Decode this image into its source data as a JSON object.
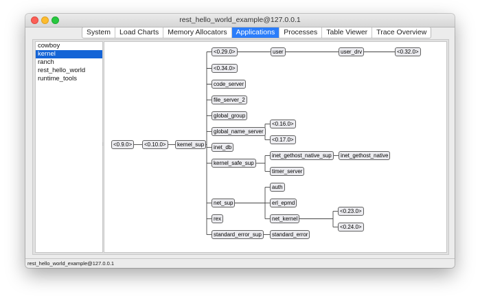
{
  "window": {
    "title": "rest_hello_world_example@127.0.0.1"
  },
  "tabs": [
    {
      "label": "System"
    },
    {
      "label": "Load Charts"
    },
    {
      "label": "Memory Allocators"
    },
    {
      "label": "Applications",
      "active": true
    },
    {
      "label": "Processes"
    },
    {
      "label": "Table Viewer"
    },
    {
      "label": "Trace Overview"
    }
  ],
  "applications": [
    {
      "label": "cowboy"
    },
    {
      "label": "kernel",
      "selected": true
    },
    {
      "label": "ranch"
    },
    {
      "label": "rest_hello_world"
    },
    {
      "label": "runtime_tools"
    }
  ],
  "tree": {
    "nodes": [
      {
        "id": "n1",
        "label": "<0.9.0>"
      },
      {
        "id": "n2",
        "label": "<0.10.0>"
      },
      {
        "id": "n3",
        "label": "kernel_sup"
      },
      {
        "id": "n4",
        "label": "<0.29.0>"
      },
      {
        "id": "n5",
        "label": "user"
      },
      {
        "id": "n6",
        "label": "user_drv"
      },
      {
        "id": "n7",
        "label": "<0.32.0>"
      },
      {
        "id": "n8",
        "label": "<0.34.0>"
      },
      {
        "id": "n9",
        "label": "code_server"
      },
      {
        "id": "n10",
        "label": "file_server_2"
      },
      {
        "id": "n11",
        "label": "global_group"
      },
      {
        "id": "n12",
        "label": "global_name_server"
      },
      {
        "id": "n13",
        "label": "<0.16.0>"
      },
      {
        "id": "n14",
        "label": "<0.17.0>"
      },
      {
        "id": "n15",
        "label": "inet_db"
      },
      {
        "id": "n16",
        "label": "kernel_safe_sup"
      },
      {
        "id": "n17",
        "label": "inet_gethost_native_sup"
      },
      {
        "id": "n18",
        "label": "inet_gethost_native"
      },
      {
        "id": "n19",
        "label": "timer_server"
      },
      {
        "id": "n20",
        "label": "auth"
      },
      {
        "id": "n21",
        "label": "net_sup"
      },
      {
        "id": "n22",
        "label": "erl_epmd"
      },
      {
        "id": "n23",
        "label": "net_kernel"
      },
      {
        "id": "n24",
        "label": "<0.23.0>"
      },
      {
        "id": "n25",
        "label": "<0.24.0>"
      },
      {
        "id": "n26",
        "label": "rex"
      },
      {
        "id": "n27",
        "label": "standard_error_sup"
      },
      {
        "id": "n28",
        "label": "standard_error"
      }
    ],
    "edges": [
      [
        "n1",
        "n2"
      ],
      [
        "n2",
        "n3"
      ],
      [
        "n3",
        "n4"
      ],
      [
        "n3",
        "n8"
      ],
      [
        "n3",
        "n9"
      ],
      [
        "n3",
        "n10"
      ],
      [
        "n3",
        "n11"
      ],
      [
        "n3",
        "n12"
      ],
      [
        "n3",
        "n15"
      ],
      [
        "n3",
        "n16"
      ],
      [
        "n3",
        "n21"
      ],
      [
        "n3",
        "n26"
      ],
      [
        "n3",
        "n27"
      ],
      [
        "n4",
        "n5"
      ],
      [
        "n5",
        "n6"
      ],
      [
        "n6",
        "n7"
      ],
      [
        "n12",
        "n13"
      ],
      [
        "n12",
        "n14"
      ],
      [
        "n16",
        "n17"
      ],
      [
        "n16",
        "n19"
      ],
      [
        "n17",
        "n18"
      ],
      [
        "n21",
        "n20"
      ],
      [
        "n21",
        "n22"
      ],
      [
        "n21",
        "n23"
      ],
      [
        "n23",
        "n24"
      ],
      [
        "n23",
        "n25"
      ],
      [
        "n27",
        "n28"
      ]
    ]
  },
  "status": {
    "text": "rest_hello_world_example@127.0.0.1"
  }
}
